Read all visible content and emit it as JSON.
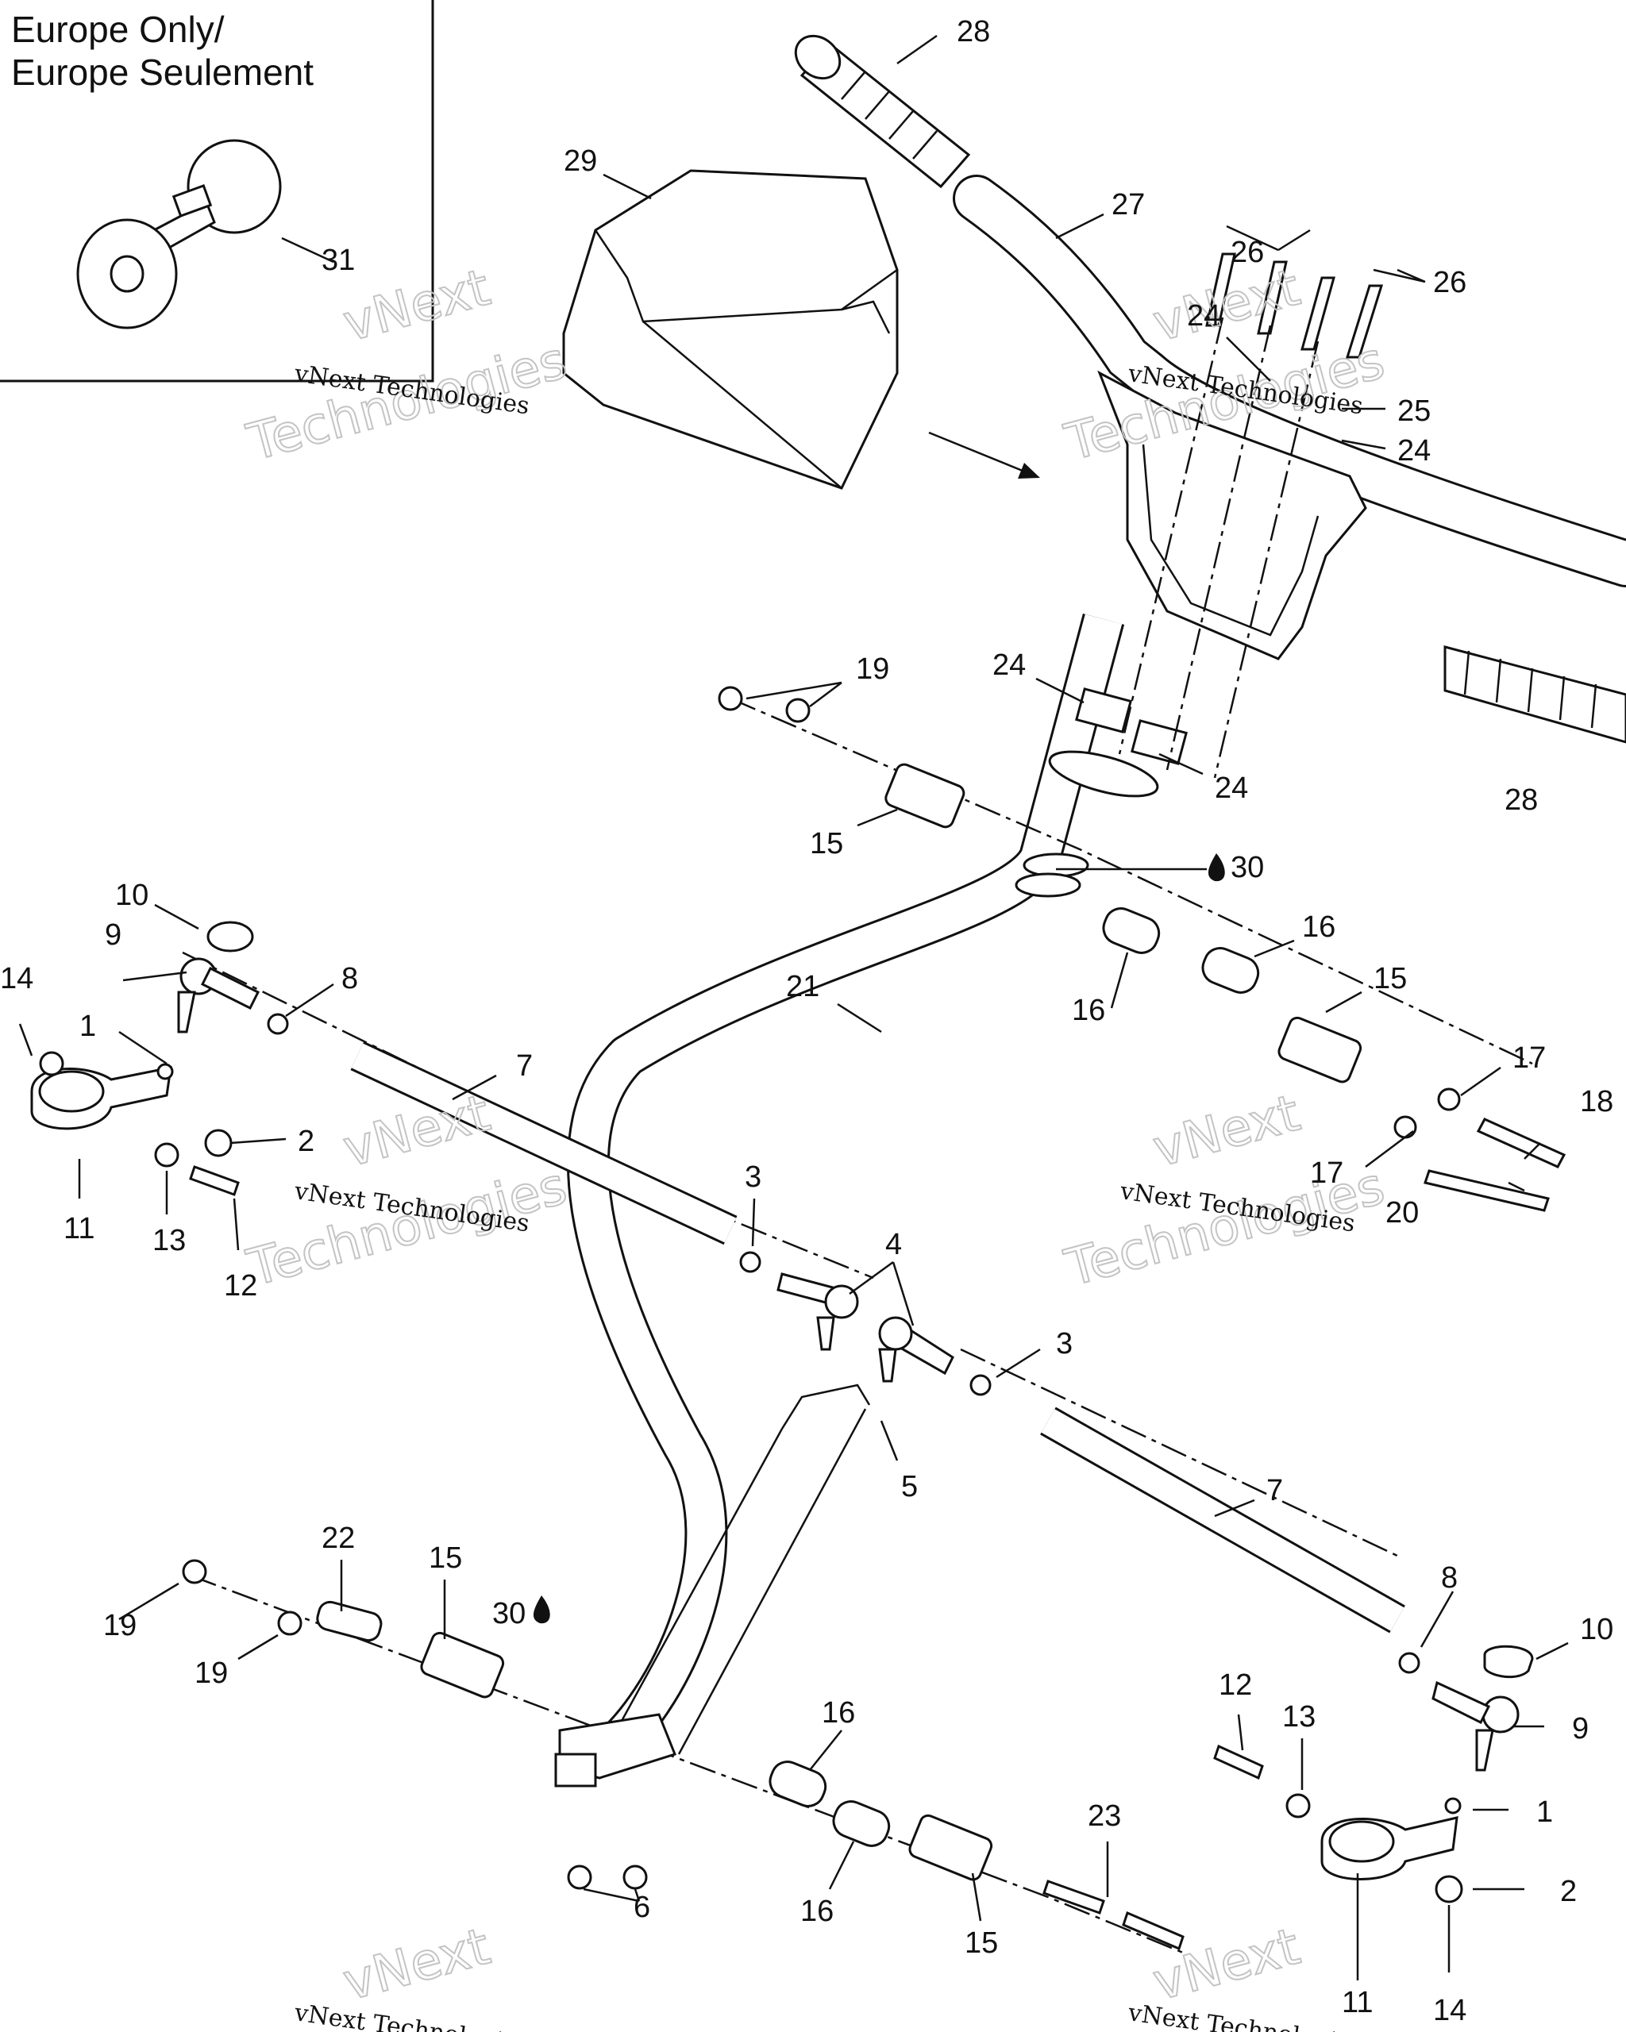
{
  "inset": {
    "title_line1": "Europe Only/",
    "title_line2": "Europe Seulement"
  },
  "watermark": {
    "brand": "vNext",
    "word": "Technologies",
    "small": "vNext Technologies"
  },
  "callouts": {
    "c1a": "1",
    "c1b": "1",
    "c2a": "2",
    "c2b": "2",
    "c3a": "3",
    "c3b": "3",
    "c4": "4",
    "c5": "5",
    "c6": "6",
    "c7a": "7",
    "c7b": "7",
    "c8a": "8",
    "c8b": "8",
    "c9a": "9",
    "c9b": "9",
    "c10a": "10",
    "c10b": "10",
    "c11a": "11",
    "c11b": "11",
    "c12a": "12",
    "c12b": "12",
    "c13a": "13",
    "c13b": "13",
    "c14a": "14",
    "c14b": "14",
    "c15a": "15",
    "c15b": "15",
    "c15c": "15",
    "c15d": "15",
    "c16a": "16",
    "c16b": "16",
    "c16c": "16",
    "c16d": "16",
    "c17a": "17",
    "c17b": "17",
    "c18": "18",
    "c19a": "19",
    "c19b": "19",
    "c19c": "19",
    "c20": "20",
    "c21": "21",
    "c22": "22",
    "c23": "23",
    "c24a": "24",
    "c24b": "24",
    "c24c": "24",
    "c24d": "24",
    "c25": "25",
    "c26a": "26",
    "c26b": "26",
    "c27": "27",
    "c28a": "28",
    "c28b": "28",
    "c29": "29",
    "c30a": "30",
    "c30b": "30",
    "c31": "31"
  },
  "icons": [
    "drop-icon"
  ]
}
